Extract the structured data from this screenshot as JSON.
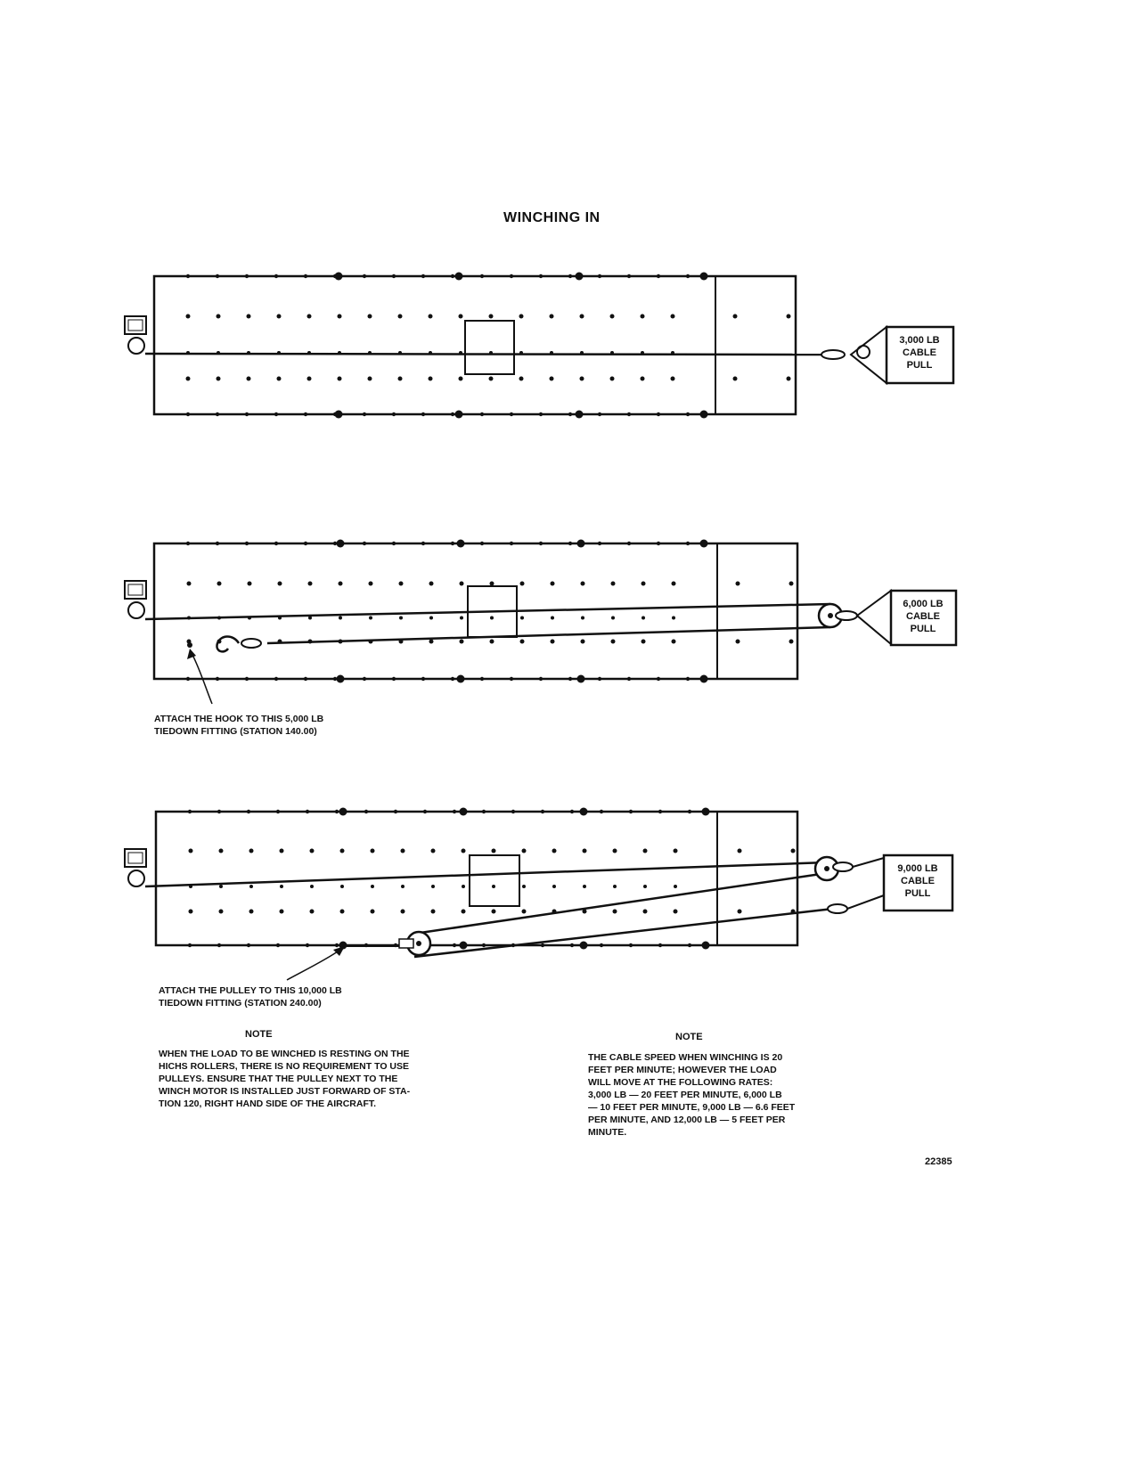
{
  "title": "WINCHING IN",
  "panels": [
    {
      "label_lines": [
        "3,000 LB",
        "CABLE",
        "PULL"
      ]
    },
    {
      "label_lines": [
        "6,000 LB",
        "CABLE",
        "PULL"
      ],
      "callout_lines": [
        "ATTACH THE HOOK TO THIS 5,000 LB",
        "TIEDOWN FITTING (STATION 140.00)"
      ]
    },
    {
      "label_lines": [
        "9,000 LB",
        "CABLE",
        "PULL"
      ],
      "callout_lines": [
        "ATTACH THE PULLEY TO THIS 10,000 LB",
        "TIEDOWN FITTING (STATION 240.00)"
      ]
    }
  ],
  "notes": [
    {
      "heading": "NOTE",
      "lines": [
        "WHEN THE LOAD TO BE WINCHED IS RESTING ON THE",
        "HICHS ROLLERS, THERE IS NO REQUIREMENT TO USE",
        "PULLEYS. ENSURE THAT THE PULLEY NEXT TO THE",
        "WINCH MOTOR IS INSTALLED JUST FORWARD OF STA-",
        "TION 120, RIGHT HAND SIDE OF THE AIRCRAFT."
      ]
    },
    {
      "heading": "NOTE",
      "lines": [
        "THE CABLE SPEED WHEN WINCHING IS 20",
        "FEET PER MINUTE; HOWEVER THE LOAD",
        "WILL MOVE AT THE FOLLOWING RATES:",
        "3,000 LB — 20 FEET PER MINUTE, 6,000 LB",
        "— 10 FEET PER MINUTE, 9,000 LB — 6.6 FEET",
        "PER MINUTE, AND 12,000 LB — 5 FEET PER",
        "MINUTE."
      ]
    }
  ],
  "figure_number": "22385"
}
